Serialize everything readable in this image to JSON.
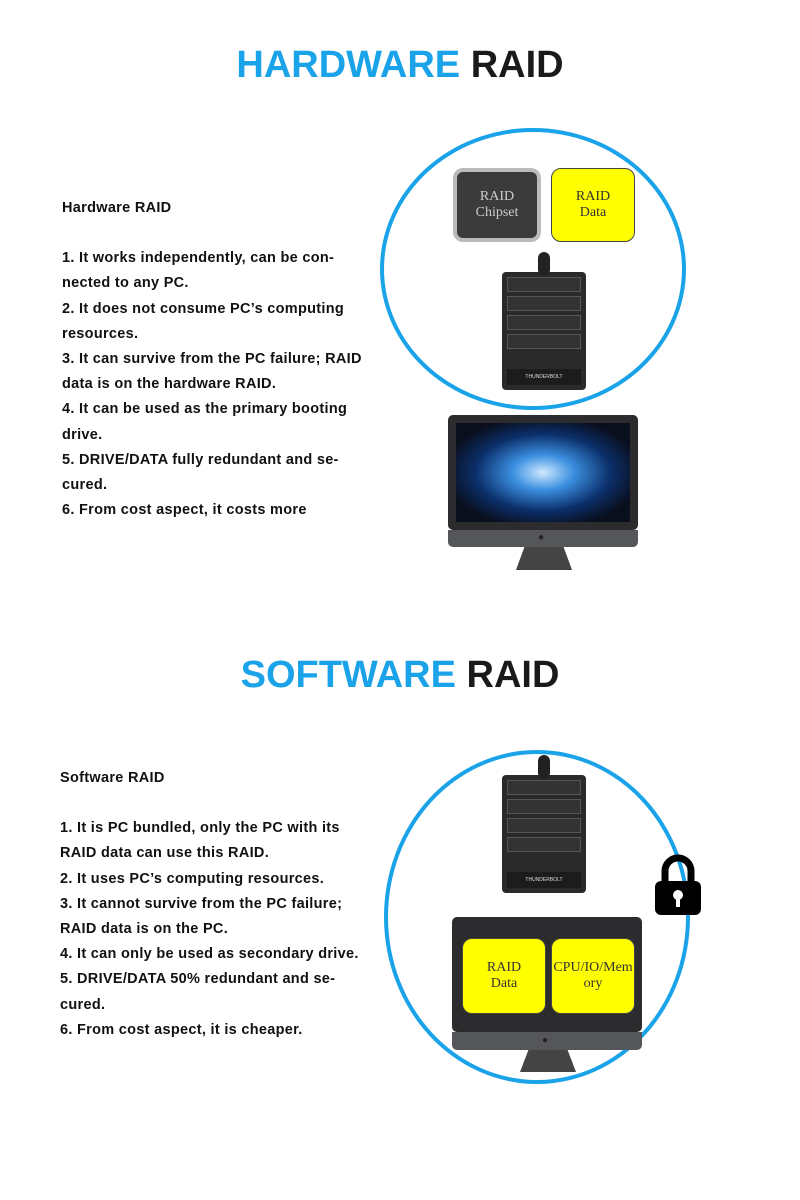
{
  "hardware": {
    "title_blue": "HARDWARE",
    "title_dark": "RAID",
    "heading": "Hardware RAID",
    "lines": [
      "1. It works independently, can be con-",
      "nected to any PC.",
      "2. It does not consume PC’s computing",
      "resources.",
      "3. It can survive from the PC failure; RAID",
      "data is on the hardware RAID.",
      "4. It can be used as the primary booting",
      "drive.",
      "5. DRIVE/DATA fully redundant and se-",
      "cured.",
      "6. From cost aspect, it costs more"
    ],
    "chip_label_1": "RAID",
    "chip_label_2": "Chipset",
    "data_label_1": "RAID",
    "data_label_2": "Data",
    "nas_brand": "THUNDERBOLT"
  },
  "software": {
    "title_blue": "SOFTWARE",
    "title_dark": "RAID",
    "heading": "Software RAID",
    "lines": [
      "1. It is PC bundled, only the PC with its",
      "RAID data can use this RAID.",
      "2. It uses PC’s computing resources.",
      "3. It cannot survive from the PC failure;",
      "RAID data is on the PC.",
      "4. It can only be used as secondary drive.",
      "5. DRIVE/DATA 50% redundant and se-",
      "cured.",
      "6. From cost aspect, it is cheaper."
    ],
    "box1_1": "RAID",
    "box1_2": "Data",
    "box2_1": "CPU/IO/Mem",
    "box2_2": "ory",
    "nas_brand": "THUNDERBOLT"
  }
}
